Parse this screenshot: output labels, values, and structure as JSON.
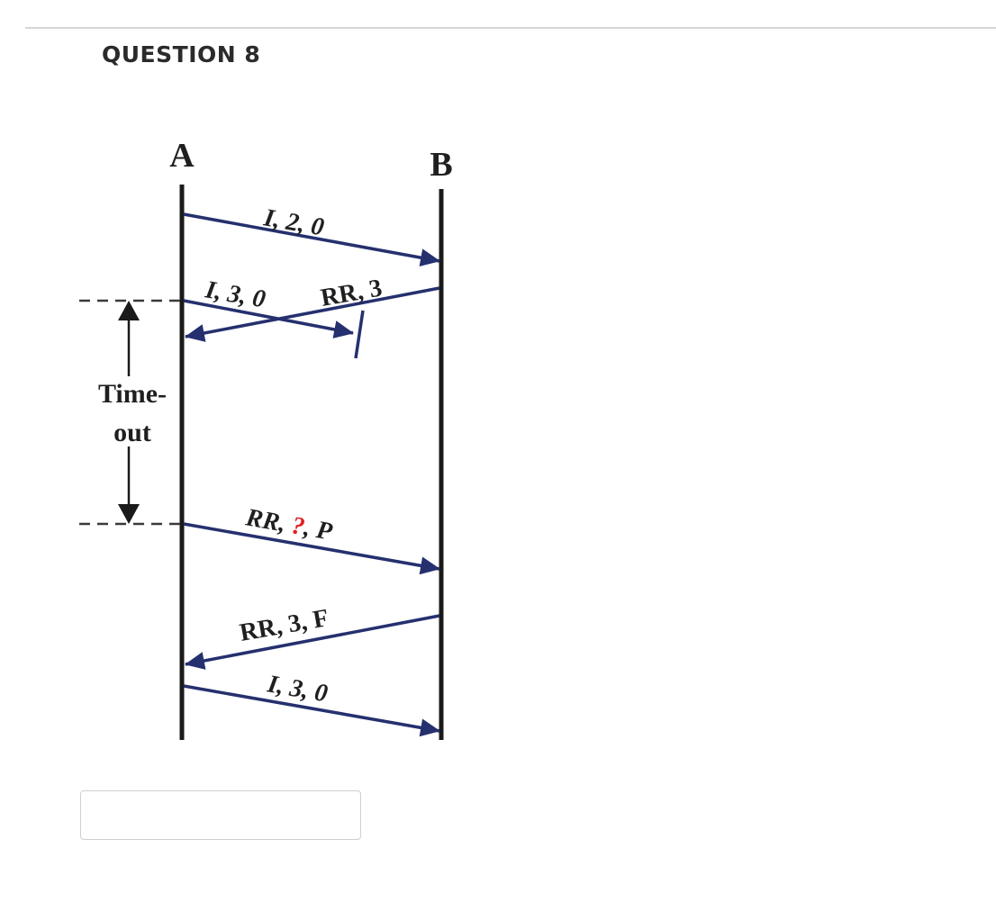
{
  "question": {
    "title": "QUESTION 8"
  },
  "diagram": {
    "station_a": "A",
    "station_b": "B",
    "timeout_label_line1": "Time-",
    "timeout_label_line2": "out",
    "frames": [
      {
        "label": "I, 2, 0"
      },
      {
        "label": "I, 3, 0"
      },
      {
        "label": "RR, 3"
      },
      {
        "label_prefix": "RR, ",
        "label_unknown": "?",
        "label_suffix": ", P"
      },
      {
        "label": "RR, 3, F"
      },
      {
        "label": "I, 3, 0"
      }
    ],
    "colors": {
      "arrow": "#25306e",
      "timeline": "#1a1a1a",
      "unknown_mark": "#e02020",
      "dashed": "#3a3a3a"
    }
  },
  "answer": {
    "value": "",
    "placeholder": ""
  }
}
